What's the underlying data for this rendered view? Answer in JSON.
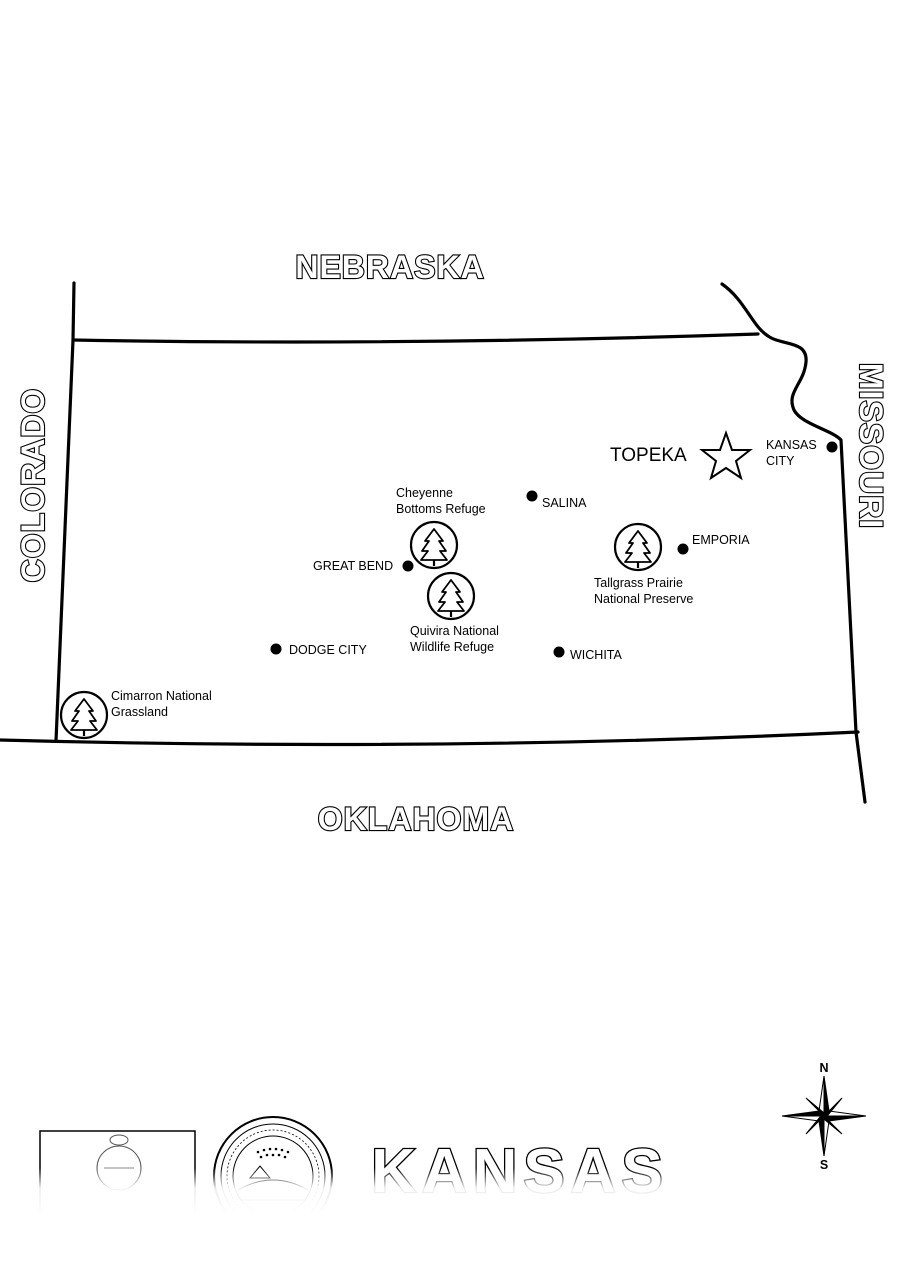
{
  "neighbors": {
    "north": "NEBRASKA",
    "west": "COLORADO",
    "east": "MISSOURI",
    "south": "OKLAHOMA"
  },
  "capital": {
    "name": "TOPEKA",
    "icon": "star-icon"
  },
  "cities": [
    {
      "name": "KANSAS",
      "name2": "CITY"
    },
    {
      "name": "SALINA"
    },
    {
      "name": "EMPORIA"
    },
    {
      "name": "GREAT BEND"
    },
    {
      "name": "DODGE CITY"
    },
    {
      "name": "WICHITA"
    }
  ],
  "parks": [
    {
      "line1": "Cheyenne",
      "line2": "Bottoms Refuge",
      "icon": "tree-icon"
    },
    {
      "line1": "Quivira National",
      "line2": "Wildlife Refuge",
      "icon": "tree-icon"
    },
    {
      "line1": "Tallgrass Prairie",
      "line2": "National Preserve",
      "icon": "tree-icon"
    },
    {
      "line1": "Cimarron National",
      "line2": "Grassland",
      "icon": "tree-icon"
    }
  ],
  "compass": {
    "north": "N",
    "south": "S",
    "icon": "compass-rose-icon"
  },
  "title": "KANSAS",
  "seal": {
    "icon": "state-seal-icon"
  },
  "flag": {
    "icon": "state-flag-icon"
  }
}
